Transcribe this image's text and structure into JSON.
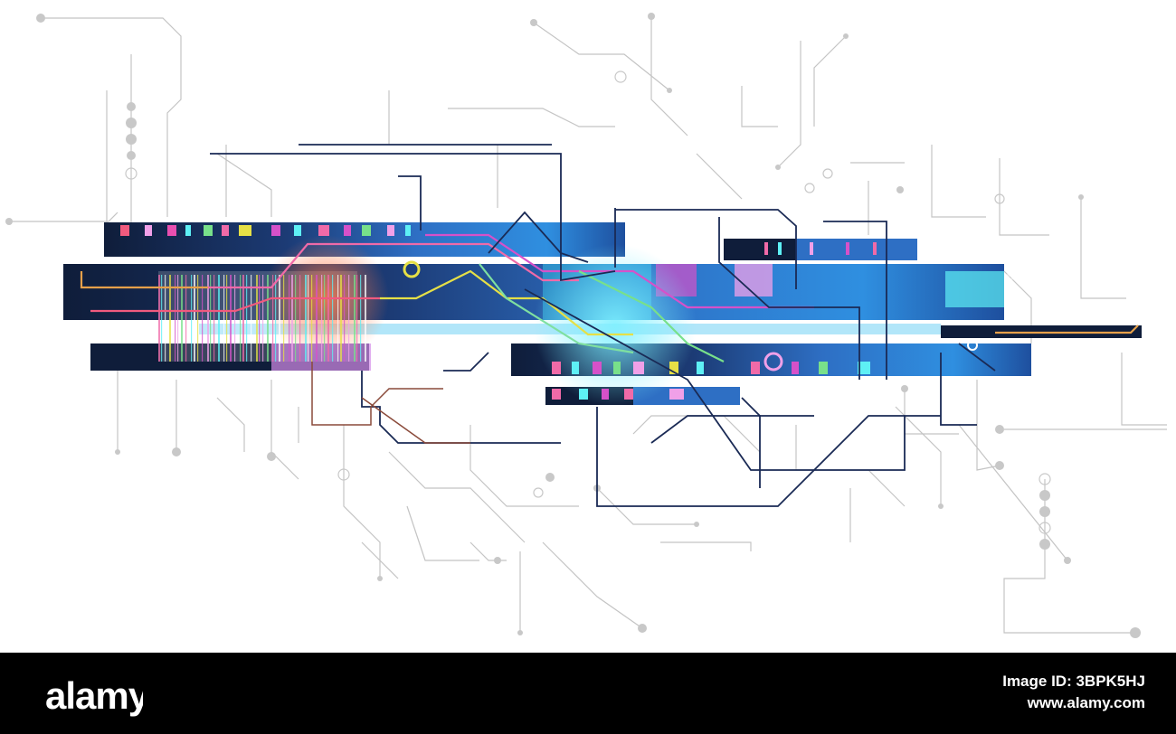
{
  "artwork": {
    "palette": {
      "background": "#ffffff",
      "navy": "#0f1d3a",
      "blue": "#2e6fc4",
      "cyan": "#39d0f0",
      "magenta": "#d651c9",
      "pink": "#f06aa8",
      "yellow": "#e6e046",
      "orange": "#f07b3a",
      "green": "#78e08a",
      "circuit_gray": "#c4c4c4"
    },
    "watermark_text": "alamy"
  },
  "footer": {
    "logo_text": "alamy",
    "image_id": "Image ID: 3BPK5HJ",
    "site": "www.alamy.com",
    "background": "#000000"
  }
}
